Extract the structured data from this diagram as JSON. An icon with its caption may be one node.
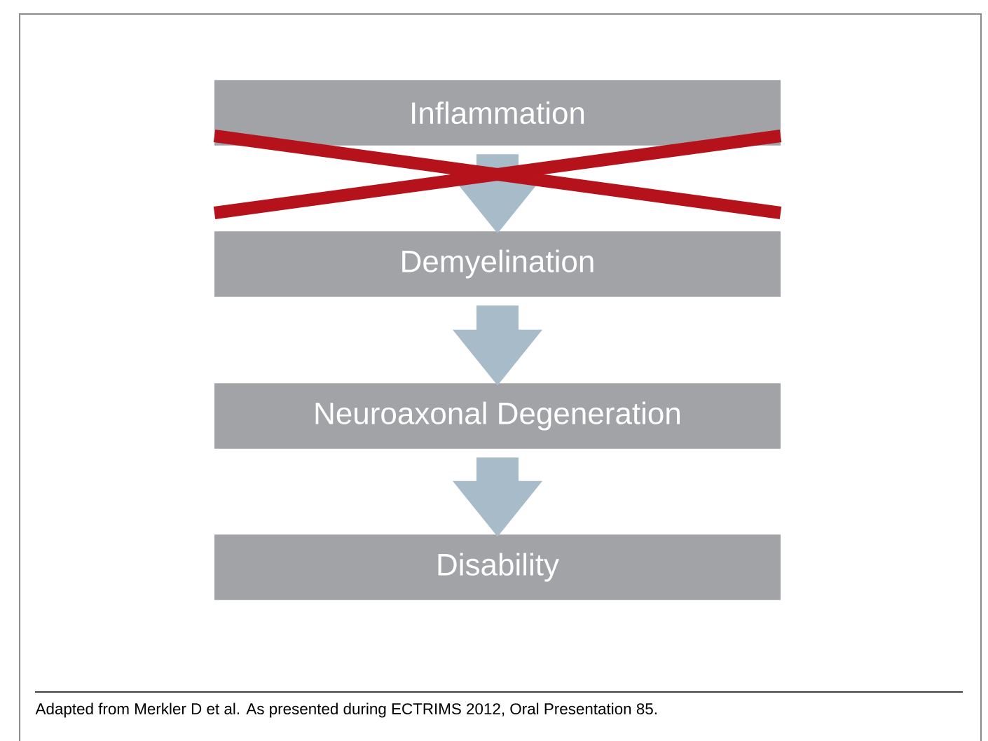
{
  "diagram": {
    "caption": "Adapted from Merkler D et al. As presented during ECTRIMS 2012, Oral Presentation 85.",
    "nodes": [
      {
        "text": [
          "Inflammation"
        ]
      },
      {
        "text": [
          "Demyelination"
        ]
      },
      {
        "text": [
          "Neuroaxonal Degeneration"
        ]
      },
      {
        "text": [
          "Disability"
        ]
      }
    ],
    "edges": [
      {
        "from": 0,
        "to": 1,
        "arrow": "to"
      },
      {
        "from": 1,
        "to": 2,
        "arrow": "to"
      },
      {
        "from": 2,
        "to": 3,
        "arrow": "to"
      }
    ]
  }
}
